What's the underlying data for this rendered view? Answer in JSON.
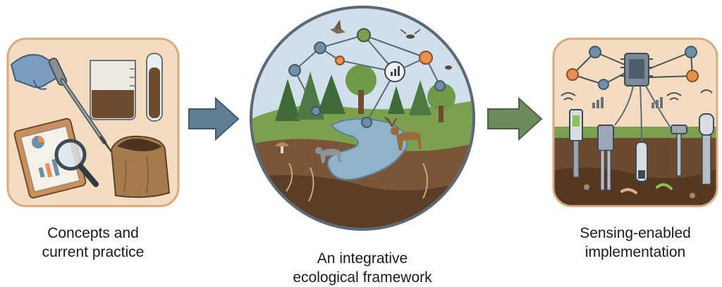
{
  "stages": [
    {
      "id": "concepts",
      "caption_lines": [
        "Concepts and",
        "current practice"
      ],
      "icon": "soil-sampling-lab-icon"
    },
    {
      "id": "framework",
      "caption_lines": [
        "An integrative",
        "ecological framework"
      ],
      "icon": "ecosystem-globe-icon"
    },
    {
      "id": "sensing",
      "caption_lines": [
        "Sensing-enabled",
        "implementation"
      ],
      "icon": "soil-sensor-network-icon"
    }
  ],
  "arrows": [
    {
      "from": "concepts",
      "to": "framework",
      "color": "#5f7f94"
    },
    {
      "from": "framework",
      "to": "sensing",
      "color": "#6d8a5c"
    }
  ],
  "colors": {
    "panel_bg": "#f3dcc0",
    "panel_border": "#d9a982",
    "soil": "#6b4a30",
    "grass": "#7ca04e",
    "water": "#8fb3c9",
    "node_orange": "#e7904f",
    "node_blue": "#6f8fa6"
  }
}
